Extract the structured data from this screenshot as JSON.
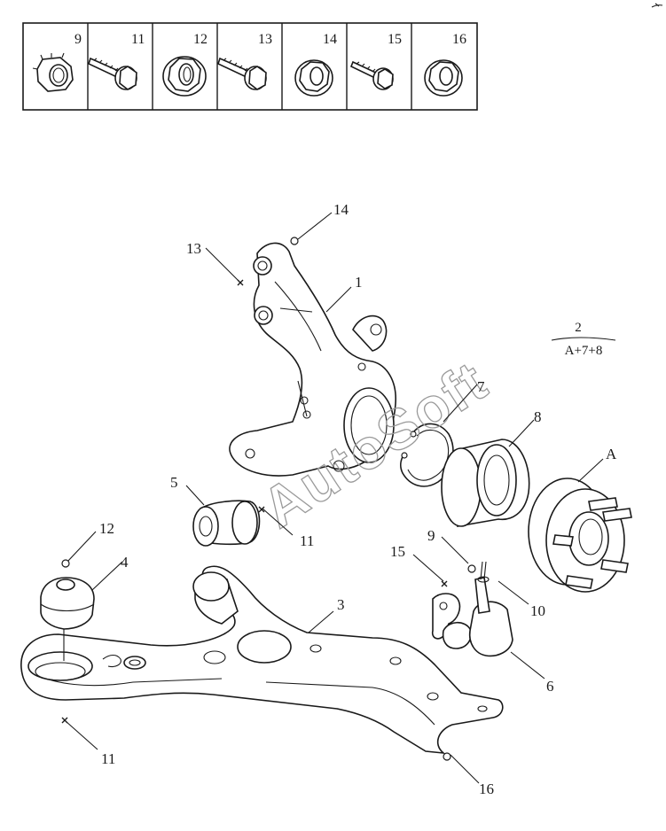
{
  "legend": {
    "cells": [
      {
        "number": "9",
        "icon": "castle-nut-icon"
      },
      {
        "number": "11",
        "icon": "flange-bolt-icon"
      },
      {
        "number": "12",
        "icon": "flange-nut-large-icon"
      },
      {
        "number": "13",
        "icon": "flange-bolt-icon"
      },
      {
        "number": "14",
        "icon": "flange-nut-icon"
      },
      {
        "number": "15",
        "icon": "flange-bolt-icon"
      },
      {
        "number": "16",
        "icon": "flange-nut-icon"
      }
    ]
  },
  "kit": {
    "number": "2",
    "composition": "A+7+8"
  },
  "callouts": {
    "c1": "1",
    "c3": "3",
    "c4": "4",
    "c5": "5",
    "c6": "6",
    "c7": "7",
    "c8": "8",
    "c9": "9",
    "c10": "10",
    "c11a": "11",
    "c11b": "11",
    "c12": "12",
    "c13": "13",
    "c14": "14",
    "c15": "15",
    "c16": "16",
    "cA": "A"
  },
  "watermark": "AutoSoft"
}
